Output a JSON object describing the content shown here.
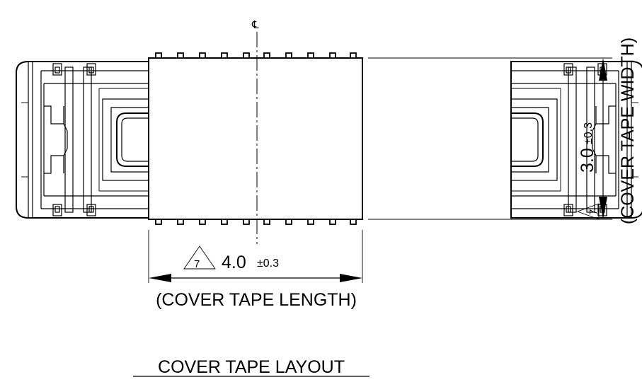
{
  "centerline_symbol": "℄",
  "length_dimension": {
    "note_number": "7",
    "value": "4.0",
    "tolerance": "±0.3",
    "label": "(COVER TAPE LENGTH)"
  },
  "width_dimension": {
    "note_number": "7",
    "value": "3.0",
    "tolerance": "±0.3",
    "label": "(COVER TAPE WIDTH)"
  },
  "title": "COVER TAPE LAYOUT"
}
